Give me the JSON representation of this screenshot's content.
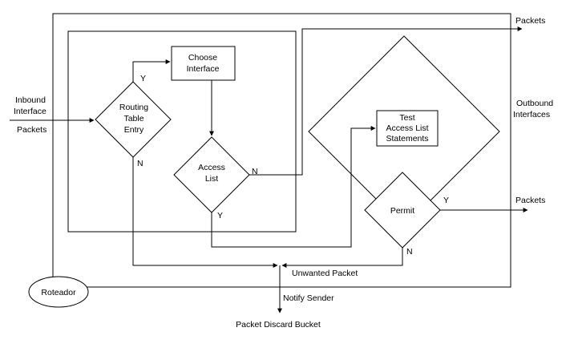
{
  "diagram": {
    "labels": {
      "inbound_1": "Inbound",
      "inbound_2": "Interface",
      "inbound_packets": "Packets",
      "choose_1": "Choose",
      "choose_2": "Interface",
      "routing_1": "Routing",
      "routing_2": "Table",
      "routing_3": "Entry",
      "access_1": "Access",
      "access_2": "List",
      "test_1": "Test",
      "test_2": "Access List",
      "test_3": "Statements",
      "permit": "Permit",
      "outbound_1": "Outbound",
      "outbound_2": "Interfaces",
      "packets_top": "Packets",
      "packets_right": "Packets",
      "unwanted": "Unwanted Packet",
      "notify": "Notify Sender",
      "discard": "Packet Discard Bucket",
      "router": "Roteador",
      "routing_yes": "Y",
      "routing_no": "N",
      "access_no": "N",
      "access_yes": "Y",
      "permit_yes": "Y",
      "permit_no": "N"
    }
  }
}
